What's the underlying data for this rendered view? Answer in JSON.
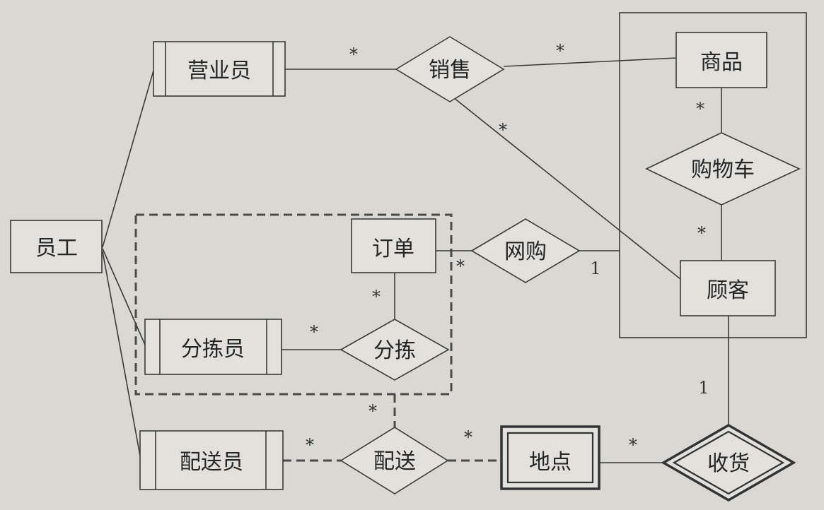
{
  "entities": {
    "employee": "员工",
    "salesperson": "营业员",
    "product": "商品",
    "order": "订单",
    "customer": "顾客",
    "sorter": "分拣员",
    "deliverer": "配送员",
    "location": "地点"
  },
  "relationships": {
    "sell": "销售",
    "cart": "购物车",
    "online_purchase": "网购",
    "sort": "分拣",
    "deliver": "配送",
    "receive": "收货"
  },
  "cardinalities": {
    "sell_salesperson": "*",
    "sell_product": "*",
    "sell_customer": "*",
    "cart_product": "*",
    "cart_customer": "*",
    "online_order": "*",
    "online_customer": "1",
    "sort_order": "*",
    "sort_sorter": "*",
    "deliver_sort": "*",
    "deliver_deliverer": "*",
    "deliver_location": "*",
    "receive_location": "*",
    "receive_customer": "1"
  }
}
